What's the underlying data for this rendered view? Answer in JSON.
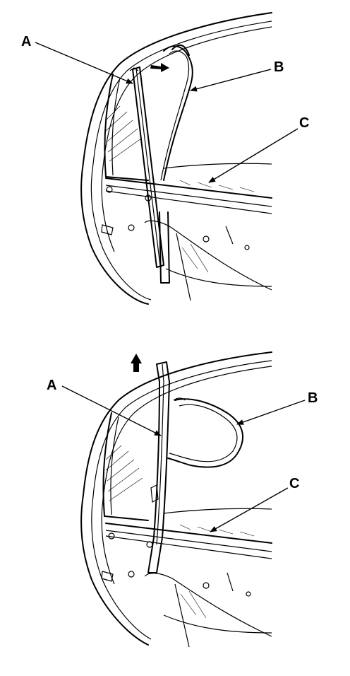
{
  "figures": [
    {
      "callouts": [
        {
          "id": "A",
          "label": "A"
        },
        {
          "id": "B",
          "label": "B"
        },
        {
          "id": "C",
          "label": "C"
        }
      ]
    },
    {
      "callouts": [
        {
          "id": "A",
          "label": "A"
        },
        {
          "id": "B",
          "label": "B"
        },
        {
          "id": "C",
          "label": "C"
        }
      ]
    }
  ]
}
